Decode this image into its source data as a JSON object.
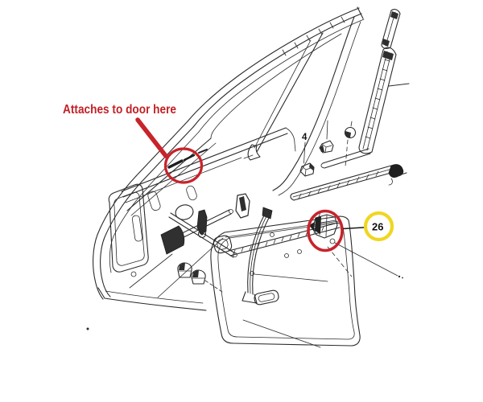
{
  "diagram": {
    "line_color": "#2b2b2b",
    "annotation": {
      "text": "Attaches to door here",
      "color": "#c22126"
    },
    "highlights": {
      "red_circle_color": "#c8232b",
      "yellow_circle_color": "#f0d622"
    },
    "callout_26": {
      "label": "26",
      "text_color": "#111111"
    },
    "part_label_4": {
      "label": "4",
      "text_color": "#111111"
    }
  }
}
